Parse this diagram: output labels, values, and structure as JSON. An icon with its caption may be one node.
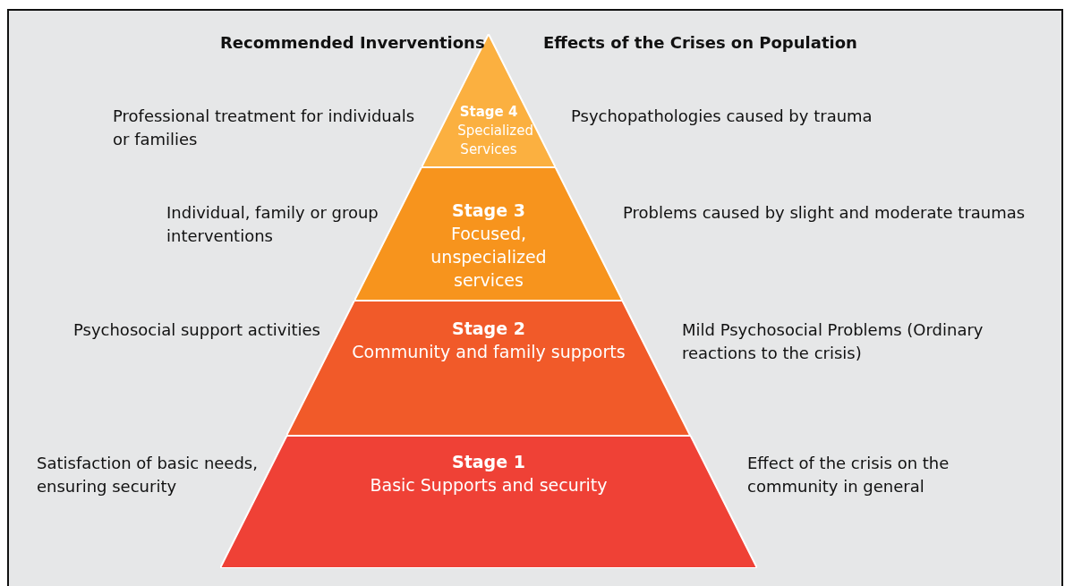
{
  "diagram": {
    "nodes": [
      {
        "text": [
          "Stage 4",
          "Specialized Services"
        ],
        "beside": [
          "Professional treatment for individuals or families",
          "Psychopathologies caused by trauma"
        ]
      },
      {
        "text": [
          "Stage 3",
          "Focused, unspecialized services"
        ],
        "beside": [
          "Individual, family or group interventions",
          "Problems caused by slight and moderate traumas"
        ]
      },
      {
        "text": [
          "Stage 2",
          "Community and family supports"
        ],
        "beside": [
          "Psychosocial support activities",
          "Mild Psychosocial Problems (Ordinary reactions to the crisis)"
        ]
      },
      {
        "text": [
          "Stage 1",
          "Basic Supports and security"
        ],
        "beside": [
          "Satisfaction of basic needs, ensuring security",
          "Effect of the crisis on the community in general"
        ]
      }
    ],
    "edges": [],
    "labels": [
      "Recommended Inverventions",
      "Effects of the Crises on Population"
    ]
  }
}
